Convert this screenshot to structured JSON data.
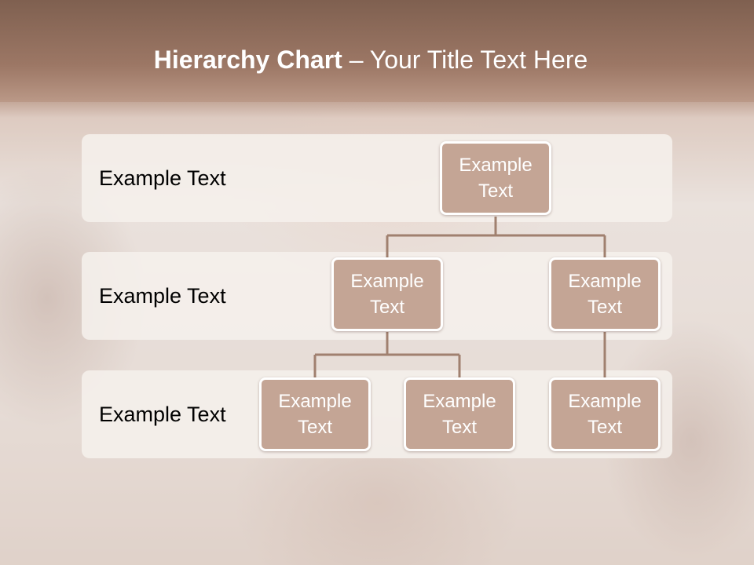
{
  "title": {
    "bold": "Hierarchy Chart",
    "rest": " – Your Title Text Here"
  },
  "levels": [
    {
      "label": "Example Text"
    },
    {
      "label": "Example Text"
    },
    {
      "label": "Example Text"
    }
  ],
  "nodes": {
    "root": "Example Text",
    "level2_left": "Example Text",
    "level2_right": "Example Text",
    "level3_a": "Example Text",
    "level3_b": "Example Text",
    "level3_c": "Example Text"
  },
  "colors": {
    "node_fill": "#c4a595",
    "connector": "#a0806f",
    "title_band": "#8c6b5a"
  }
}
